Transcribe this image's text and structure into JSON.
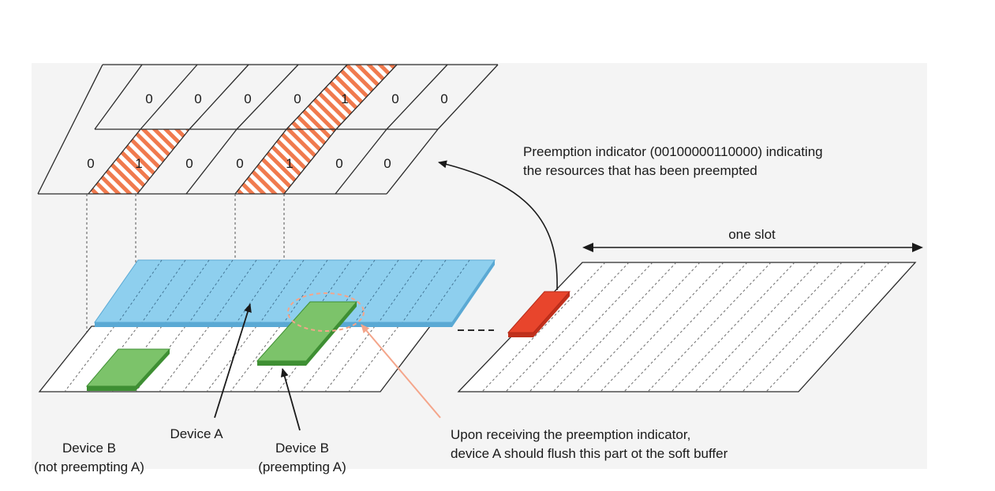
{
  "colors": {
    "stripe": "#f07a4e",
    "device_a": "#8ecfee",
    "device_a_edge": "#5aa9d4",
    "device_b": "#7cc36a",
    "device_b_edge": "#3e8f33",
    "indicator": "#e8452c",
    "pointer": "#f4a58a",
    "line": "#2a2a2a"
  },
  "grid": {
    "top_row": [
      "0",
      "0",
      "0",
      "0",
      "1",
      "0",
      "0"
    ],
    "bottom_row": [
      "0",
      "1",
      "0",
      "0",
      "1",
      "0",
      "0"
    ]
  },
  "labels": {
    "indicator_line1": "Preemption indicator (00100000110000) indicating",
    "indicator_line2": "the resources that has been preempted",
    "one_slot": "one slot",
    "device_a": "Device A",
    "device_b_np_line1": "Device B",
    "device_b_np_line2": "(not preempting A)",
    "device_b_p_line1": "Device B",
    "device_b_p_line2": "(preempting A)",
    "flush_line1": "Upon receiving the preemption indicator,",
    "flush_line2": "device A should flush this part ot the soft buffer"
  }
}
